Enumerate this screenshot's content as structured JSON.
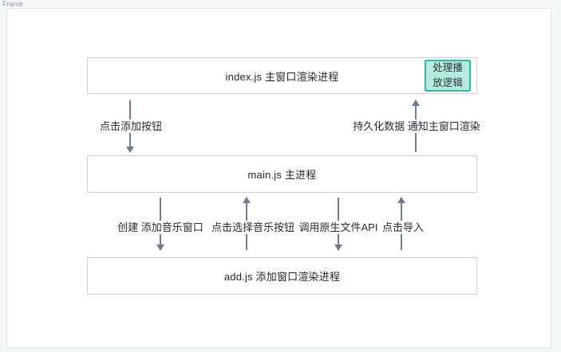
{
  "frame": {
    "label": "Frame"
  },
  "diagram": {
    "nodes": [
      {
        "id": "index",
        "label": "index.js 主窗口渲染进程",
        "badge": {
          "label": "处理播放逻辑"
        }
      },
      {
        "id": "main",
        "label": "main.js 主进程"
      },
      {
        "id": "add",
        "label": "add.js 添加窗口渲染进程"
      }
    ],
    "edges": [
      {
        "from": "index",
        "to": "main",
        "direction": "down",
        "label": "点击添加按钮"
      },
      {
        "from": "main",
        "to": "index",
        "direction": "up",
        "label": "持久化数据 通知主窗口渲染"
      },
      {
        "from": "main",
        "to": "add",
        "direction": "down",
        "label": "创建 添加音乐窗口"
      },
      {
        "from": "add",
        "to": "main",
        "direction": "up",
        "label": "点击选择音乐按钮"
      },
      {
        "from": "main",
        "to": "add",
        "direction": "down",
        "label": "调用原生文件API"
      },
      {
        "from": "add",
        "to": "main",
        "direction": "up",
        "label": "点击导入"
      }
    ],
    "colors": {
      "arrow": "#707c8c",
      "node_border": "#ccd1d9",
      "badge_background": "#b4ecdf",
      "badge_border": "#2cb9a4",
      "canvas_background": "#ffffff",
      "page_background": "#f6f7f9"
    }
  }
}
